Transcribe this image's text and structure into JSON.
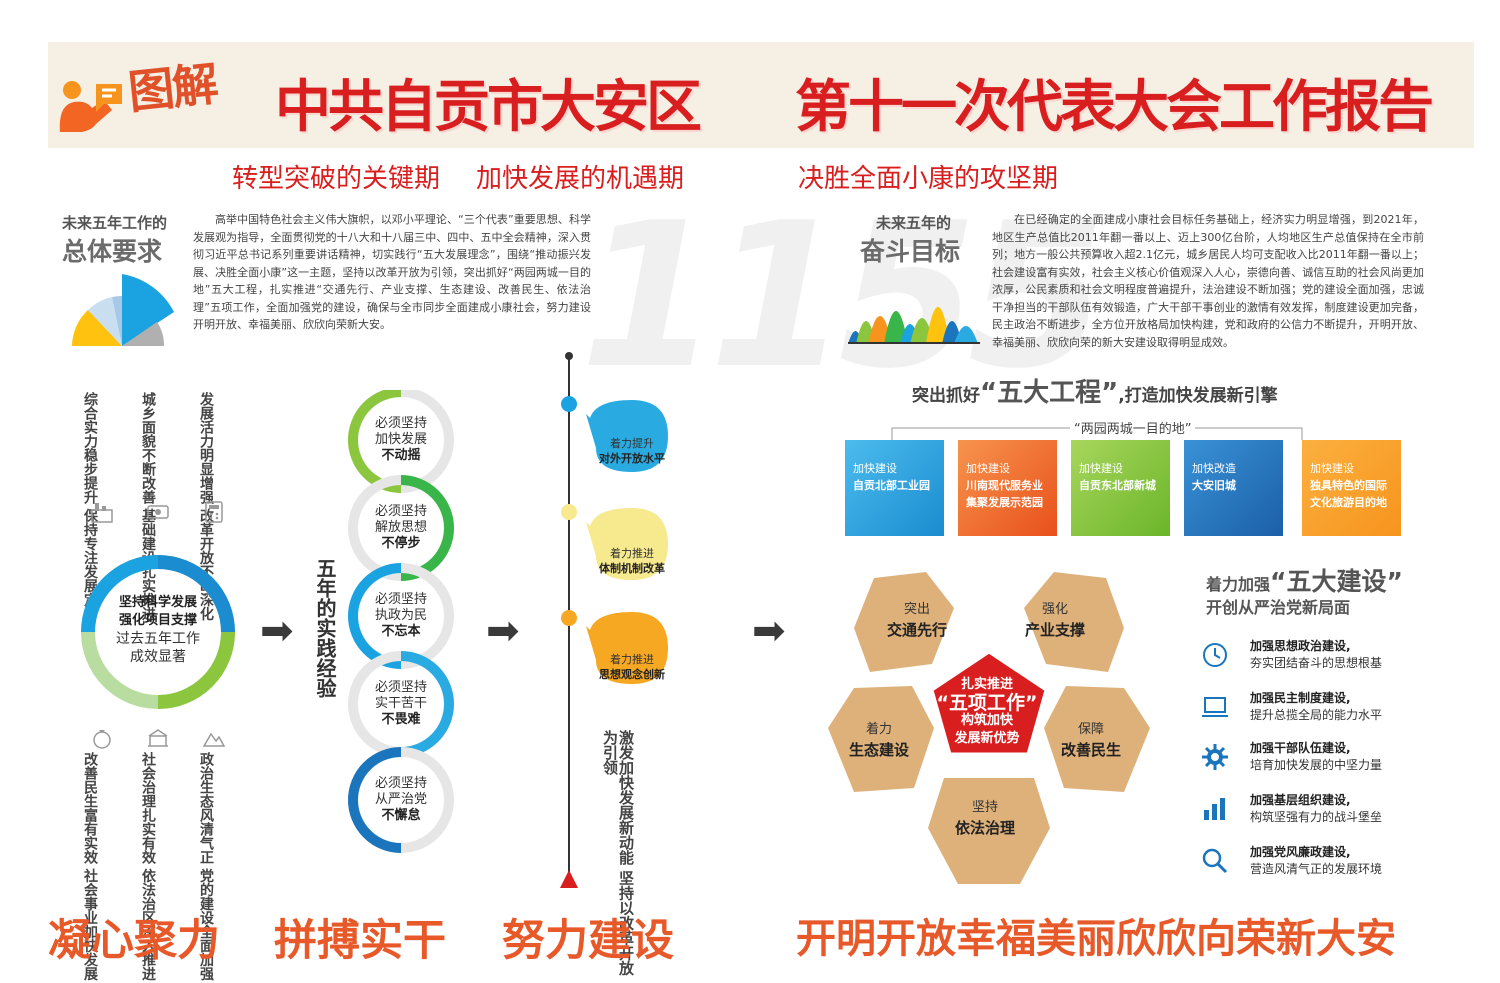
{
  "header": {
    "logo_text": "图解",
    "title_left": "中共自贡市大安区",
    "title_right": "第十一次代表大会工作报告"
  },
  "subtitles": [
    "转型突破的关键期",
    "加快发展的机遇期",
    "决胜全面小康的攻坚期"
  ],
  "watermark_number": "1155",
  "left_section": {
    "heading_small": "未来五年工作的",
    "heading_big": "总体要求",
    "paragraph": "高举中国特色社会主义伟大旗帜，以邓小平理论、“三个代表”重要思想、科学发展观为指导，全面贯彻党的十八大和十八届三中、四中、五中全会精神，深入贯彻习近平总书记系列重要讲话精神，切实践行“五大发展理念”，围绕“推动振兴发展、决胜全面小康”这一主题，坚持以改革开放为引领，突出抓好“两园两城一目的地”五大工程，扎实推进“交通先行、产业支撑、生态建设、改善民生、依法治理”五项工作，全面加强党的建设，确保与全市同步全面建成小康社会，努力建设开明开放、幸福美丽、欣欣向荣新大安。",
    "pie_colors": [
      "#1aa3e0",
      "#ffc20e",
      "#a7c8e6",
      "#b0b0b0",
      "#c9dff0"
    ]
  },
  "right_section": {
    "heading_small": "未来五年的",
    "heading_big": "奋斗目标",
    "paragraph": "在已经确定的全面建成小康社会目标任务基础上，经济实力明显增强，到2021年，地区生产总值比2011年翻一番以上、迈上300亿台阶，人均地区生产总值保持在全市前列；地方一般公共预算收入超2.1亿元，城乡居民人均可支配收入比2011年翻一番以上；社会建设富有实效，社会主义核心价值观深入人心，崇德向善、诚信互助的社会风尚更加浓厚，公民素质和社会文明程度普遍提升，法治建设不断加强；党的建设全面加强，忠诚干净担当的干部队伍有效锻造，广大干部干事创业的激情有效发挥，制度建设更加完备，民主政治不断进步，全方位开放格局加快构建，党和政府的公信力不断提升，开明开放、幸福美丽、欣欣向荣的新大安建设取得明显成效。"
  },
  "achievements": {
    "top_cols": [
      "综合实力稳步提升",
      "保持专注发展定力",
      "城乡面貌不断改善",
      "基础建设扎实推进",
      "发展活力明显增强",
      "改革开放不断深化"
    ],
    "bottom_cols": [
      "改善民生富有实效",
      "社会事业加快发展",
      "社会治理扎实有效",
      "依法治区深入推进",
      "政治生态风清气正",
      "党的建设全面加强"
    ],
    "center_line1": "坚持科学发展",
    "center_line2": "强化项目支撑",
    "center_line3": "过去五年工作",
    "center_line4": "成效显著",
    "ring_colors": [
      "#1a8ccf",
      "#8cc63f",
      "#1aa3e0",
      "#b9dca0"
    ]
  },
  "experience": {
    "label": "五年的实践经验",
    "items": [
      {
        "l1": "必须坚持",
        "l2": "加快发展",
        "l3": "不动摇",
        "color": "#8cc63f"
      },
      {
        "l1": "必须坚持",
        "l2": "解放思想",
        "l3": "不停步",
        "color": "#39b54a"
      },
      {
        "l1": "必须坚持",
        "l2": "执政为民",
        "l3": "不忘本",
        "color": "#1aa3e0"
      },
      {
        "l1": "必须坚持",
        "l2": "实干苦干",
        "l3": "不畏难",
        "color": "#29abe2"
      },
      {
        "l1": "必须坚持",
        "l2": "从严治党",
        "l3": "不懈怠",
        "color": "#1b75bc"
      }
    ]
  },
  "timeline": {
    "bubbles": [
      {
        "l1": "着力提升",
        "l2": "对外开放水平",
        "color": "#29abe2"
      },
      {
        "l1": "着力推进",
        "l2": "体制机制改革",
        "color": "#f7e98e"
      },
      {
        "l1": "着力推进",
        "l2": "思想观念创新",
        "color": "#f7a823"
      }
    ],
    "vertical_text_1": "激发加快发展新动能",
    "vertical_text_2": "坚持以改革开放为引领"
  },
  "projects": {
    "heading_pre": "突出抓好",
    "heading_quote": "“五大工程”",
    "heading_post": ",打造加快发展新引擎",
    "subheading": "“两园两城一目的地”",
    "items": [
      {
        "l1": "加快建设",
        "l2": "自贡北部工业园",
        "color": "#1aa3e0"
      },
      {
        "l1": "加快建设",
        "l2": "川南现代服务业集聚发展示范园",
        "color": "#f26522"
      },
      {
        "l1": "加快建设",
        "l2": "自贡东北部新城",
        "color": "#8cc63f"
      },
      {
        "l1": "加快改造",
        "l2": "大安旧城",
        "color": "#1b75bc"
      },
      {
        "l1": "加快建设",
        "l2": "独具特色的国际文化旅游目的地",
        "color": "#f7941d"
      }
    ]
  },
  "five_works": {
    "center_l1": "扎实推进",
    "center_l2": "“五项工作”",
    "center_l3": "构筑加快",
    "center_l4": "发展新优势",
    "items": [
      {
        "l1": "突出",
        "l2": "交通先行"
      },
      {
        "l1": "强化",
        "l2": "产业支撑"
      },
      {
        "l1": "着力",
        "l2": "生态建设"
      },
      {
        "l1": "保障",
        "l2": "改善民生"
      },
      {
        "l1": "坚持",
        "l2": "依法治理"
      }
    ],
    "pentagon_color": "#deb17a",
    "center_color": "#d81e1e"
  },
  "five_builds": {
    "heading_pre": "着力加强",
    "heading_quote": "“五大建设”",
    "heading_sub": "开创从严治党新局面",
    "items": [
      {
        "title": "加强思想政治建设,",
        "desc": "夯实团结奋斗的思想根基",
        "icon": "clock-icon"
      },
      {
        "title": "加强民主制度建设,",
        "desc": "提升总揽全局的能力水平",
        "icon": "laptop-icon"
      },
      {
        "title": "加强干部队伍建设,",
        "desc": "培育加快发展的中坚力量",
        "icon": "gear-icon"
      },
      {
        "title": "加强基层组织建设,",
        "desc": "构筑坚强有力的战斗堡垒",
        "icon": "bar-chart-icon"
      },
      {
        "title": "加强党风廉政建设,",
        "desc": "营造风清气正的发展环境",
        "icon": "search-icon"
      }
    ],
    "icon_color": "#1b75bc"
  },
  "slogans": [
    "凝心聚力",
    "拼搏实干",
    "努力建设",
    "开明开放幸福美丽欣欣向荣新大安"
  ]
}
